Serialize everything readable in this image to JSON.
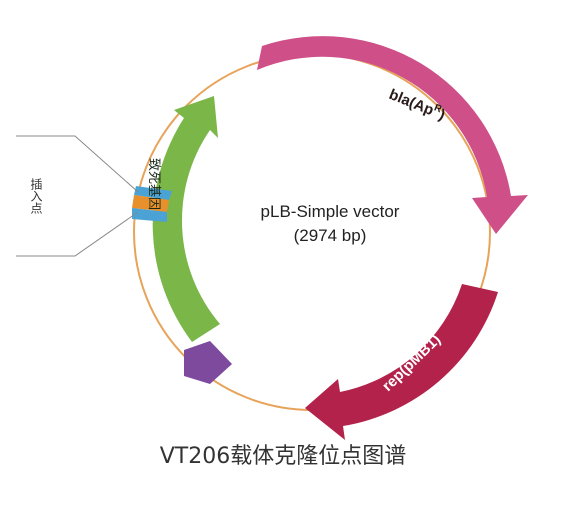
{
  "title": "VT206载体克隆位点图谱",
  "vector": {
    "name": "pLB-Simple vector",
    "size": "(2974 bp)"
  },
  "features": {
    "bla": {
      "label": "bla(Ap",
      "superscript": "R",
      "suffix": ")",
      "color": "#cf5089"
    },
    "rep": {
      "label": "rep(pMB1)",
      "color": "#b3224a"
    },
    "death_gene": {
      "label": "致死基因",
      "color": "#7ab648"
    },
    "promoter": {
      "color": "#7d4a9e"
    },
    "insert_site": {
      "label": "插入点",
      "color": "#e8912c",
      "flank_color": "#4aa3d4"
    }
  },
  "backbone_color": "#e7a35a"
}
